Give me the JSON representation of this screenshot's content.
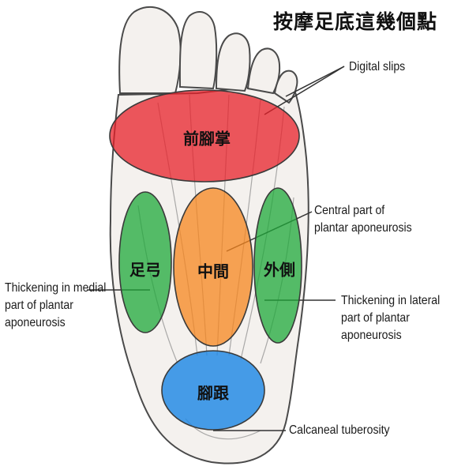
{
  "title": "按摩足底這幾個點",
  "colors": {
    "forefoot": "#e8202a",
    "medial": "#1fa83a",
    "middle": "#f7861d",
    "lateral": "#1fa83a",
    "heel": "#1e88e5",
    "outline": "#4a4a4a",
    "leader": "#333333"
  },
  "zones": {
    "forefoot": "前腳掌",
    "medial": "足弓",
    "middle": "中間",
    "lateral": "外側",
    "heel": "腳跟"
  },
  "annotations": {
    "digital_slips": [
      "Digital slips"
    ],
    "central": [
      "Central part of",
      "plantar aponeurosis"
    ],
    "medial": [
      "Thickening in medial",
      "part of plantar",
      "aponeurosis"
    ],
    "lateral": [
      "Thickening in lateral",
      "part of plantar",
      "aponeurosis"
    ],
    "calcaneal": [
      "Calcaneal tuberosity"
    ]
  }
}
